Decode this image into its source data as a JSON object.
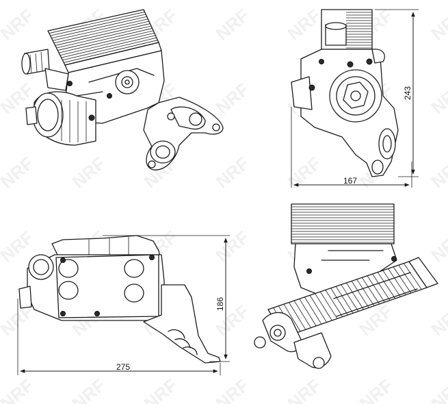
{
  "watermark": {
    "text": "NRF"
  },
  "dimensions": {
    "height_view_b": "243",
    "width_view_b": "167",
    "height_view_c": "186",
    "width_view_c": "275"
  }
}
